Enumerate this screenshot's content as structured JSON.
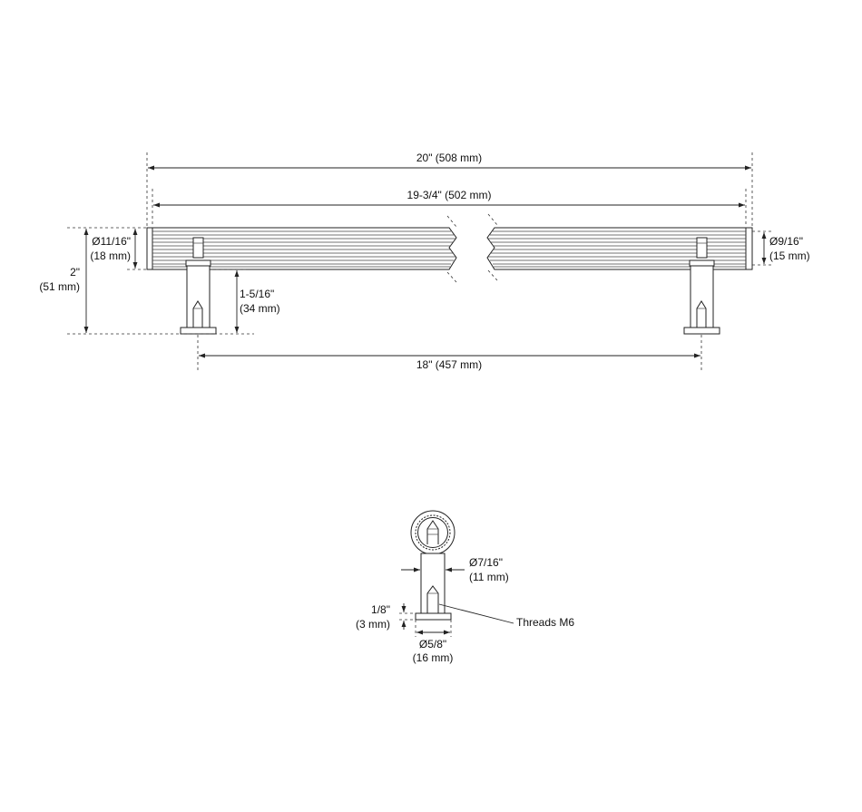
{
  "dimensions": {
    "overall_length": "20\" (508 mm)",
    "bar_length": "19-3/4\" (502 mm)",
    "bar_diameter_line1": "Ø11/16\"",
    "bar_diameter_line2": "(18 mm)",
    "end_diameter_line1": "Ø9/16\"",
    "end_diameter_line2": "(15 mm)",
    "height_line1": "2\"",
    "height_line2": "(51 mm)",
    "projection_line1": "1-5/16\"",
    "projection_line2": "(34 mm)",
    "center_to_center": "18\" (457 mm)",
    "post_diameter_line1": "Ø7/16\"",
    "post_diameter_line2": "(11 mm)",
    "base_thickness_line1": "1/8\"",
    "base_thickness_line2": "(3 mm)",
    "base_diameter_line1": "Ø5/8\"",
    "base_diameter_line2": "(16 mm)",
    "threads": "Threads M6"
  }
}
